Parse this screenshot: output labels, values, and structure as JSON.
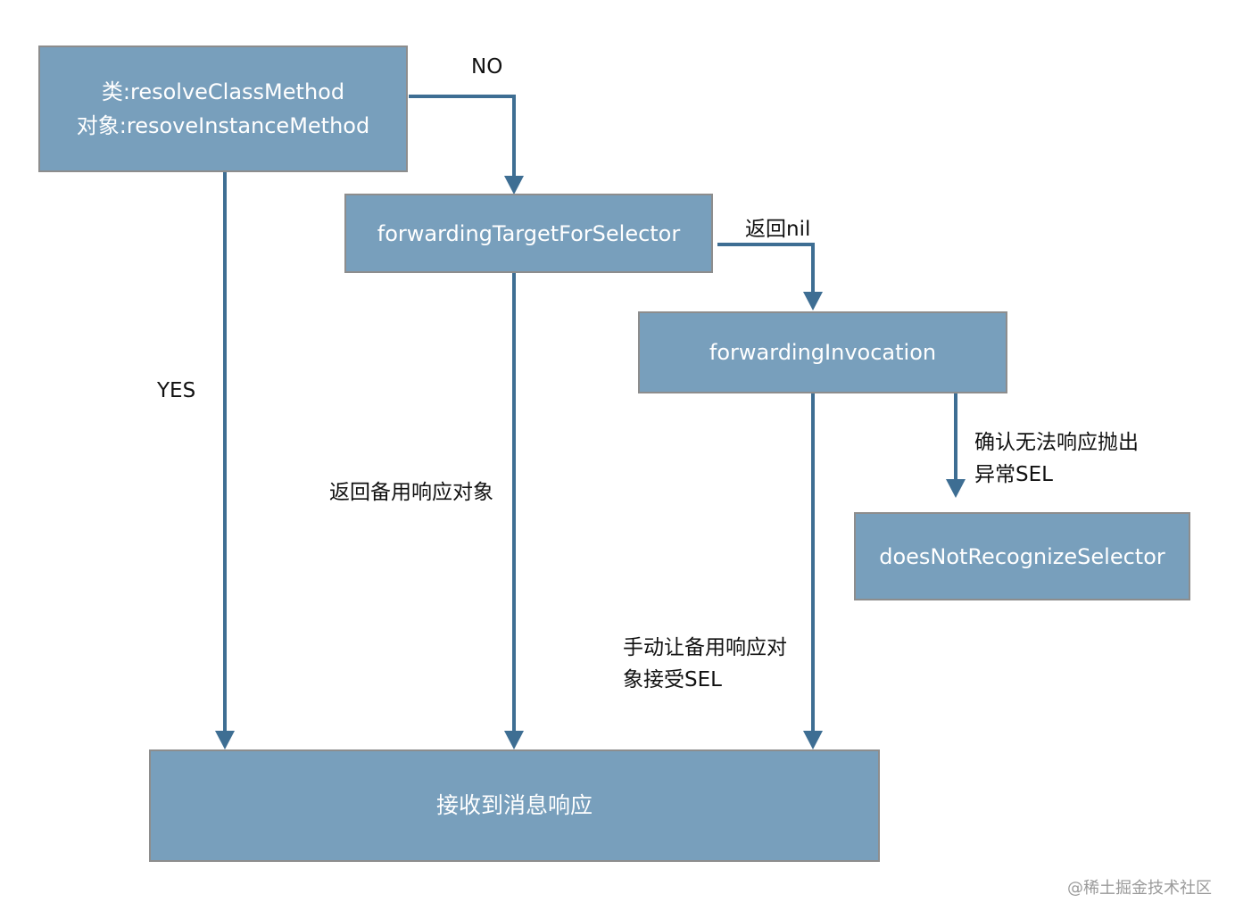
{
  "nodes": {
    "resolve": {
      "line1": "类:resolveClassMethod",
      "line2": "对象:resoveInstanceMethod"
    },
    "forwarding_target": "forwardingTargetForSelector",
    "forward_invocation": "forwardingInvocation",
    "does_not_recognize": "doesNotRecognizeSelector",
    "receive": "接收到消息响应"
  },
  "edge_labels": {
    "no": "NO",
    "yes": "YES",
    "return_nil": "返回nil",
    "return_backup": "返回备用响应对象",
    "manual_line1": "手动让备用响应对",
    "manual_line2": "象接受SEL",
    "confirm_line1": "确认无法响应抛出",
    "confirm_line2": "异常SEL"
  },
  "watermark": "@稀土掘金技术社区",
  "colors": {
    "box_fill": "#789fbc",
    "box_border": "#8d8d8d",
    "edge": "#3e6e93",
    "text": "#111111"
  }
}
